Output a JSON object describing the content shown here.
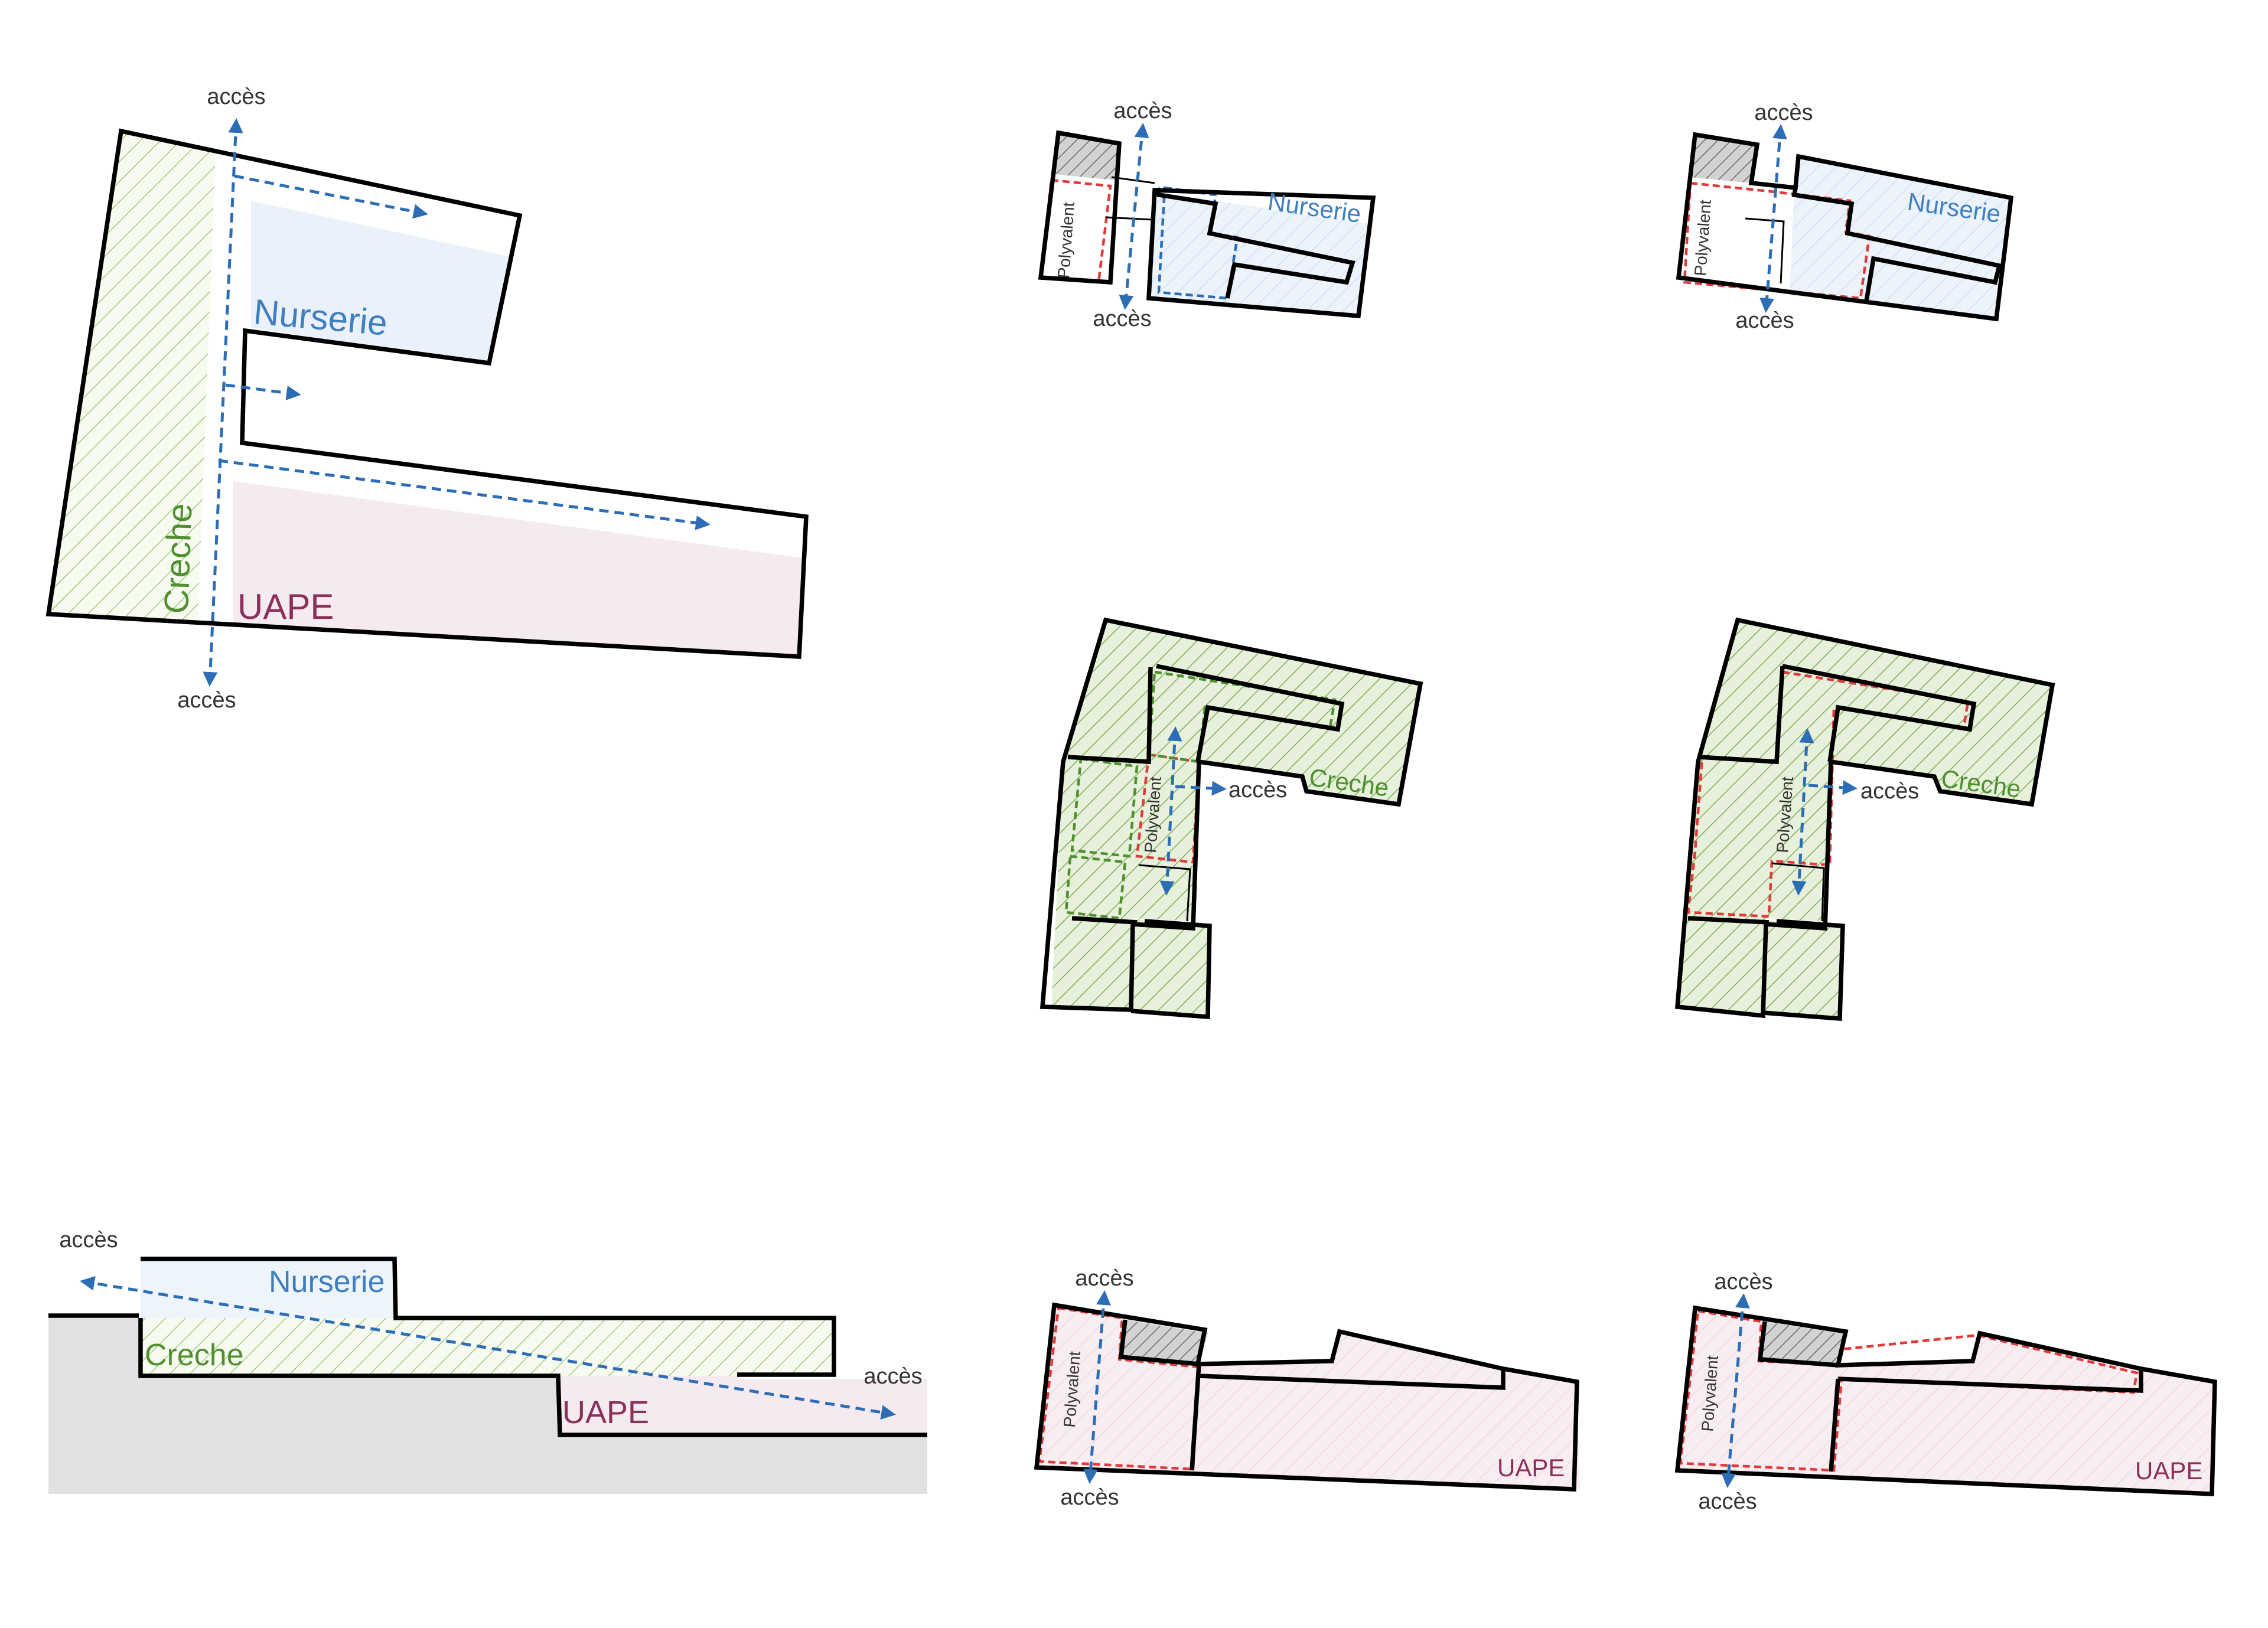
{
  "labels": {
    "acces": "accès",
    "nurserie": "Nurserie",
    "creche": "Creche",
    "uape": "UAPE",
    "polyvalent": "Polyvalent"
  },
  "colors": {
    "nurserie": "#3f7fbf",
    "creche": "#4f8f2f",
    "uape": "#8c2f5a",
    "arrow": "#2d6db5",
    "polyvalent": "#e23a3a",
    "ground": "#e1e1e1"
  }
}
